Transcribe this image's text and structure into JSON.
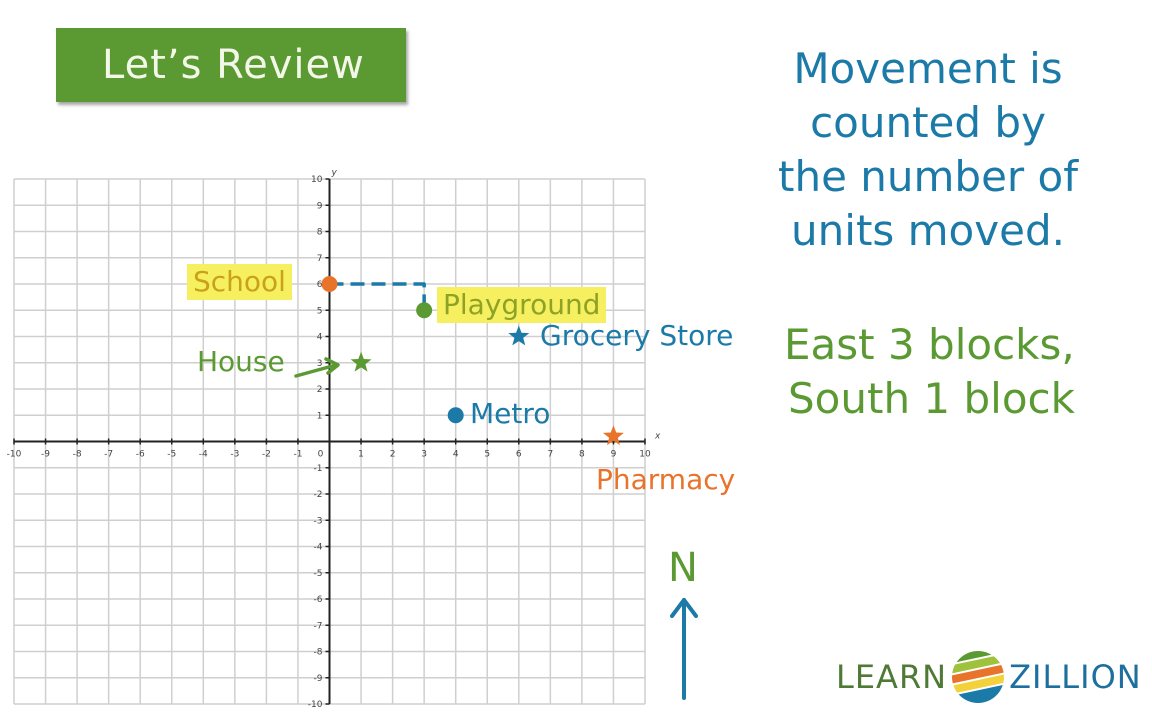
{
  "banner": {
    "title": "Let’s Review",
    "color": "#5b9a32"
  },
  "explanation": {
    "lines": [
      "Movement is",
      "counted by",
      "the number of",
      "units moved."
    ],
    "color": "#1b7aa8"
  },
  "answer": {
    "lines": [
      "East 3 blocks,",
      "South 1 block"
    ],
    "color": "#5b9a32"
  },
  "compass": {
    "label": "N",
    "arrow": "arrow-up-icon"
  },
  "logo": {
    "left": "LEARN",
    "right": "ZILLION"
  },
  "chart_data": {
    "type": "scatter",
    "title": "Coordinate grid map",
    "xlabel": "x",
    "ylabel": "y",
    "xlim": [
      -10,
      10
    ],
    "ylim": [
      -10,
      10
    ],
    "grid": true,
    "x_ticks": [
      -10,
      -9,
      -8,
      -7,
      -6,
      -5,
      -4,
      -3,
      -2,
      -1,
      0,
      1,
      2,
      3,
      4,
      5,
      6,
      7,
      8,
      9,
      10
    ],
    "y_ticks": [
      -10,
      -9,
      -8,
      -7,
      -6,
      -5,
      -4,
      -3,
      -2,
      -1,
      0,
      1,
      2,
      3,
      4,
      5,
      6,
      7,
      8,
      9,
      10
    ],
    "points": [
      {
        "name": "School",
        "x": 0,
        "y": 6,
        "marker": "circle",
        "color": "#e8732a",
        "highlighted": true
      },
      {
        "name": "Playground",
        "x": 3,
        "y": 5,
        "marker": "circle",
        "color": "#5b9a32",
        "highlighted": true
      },
      {
        "name": "Grocery Store",
        "x": 6,
        "y": 4,
        "marker": "star",
        "color": "#1b7aa8"
      },
      {
        "name": "House",
        "x": 1,
        "y": 3,
        "marker": "star",
        "color": "#5b9a32"
      },
      {
        "name": "Metro",
        "x": 4,
        "y": 1,
        "marker": "circle",
        "color": "#1b7aa8"
      },
      {
        "name": "Pharmacy",
        "x": 9,
        "y": 0,
        "marker": "star",
        "color": "#e8732a"
      }
    ],
    "path": {
      "description": "Dashed path from School east 3 units then south 1 unit to Playground",
      "points": [
        [
          0,
          6
        ],
        [
          3,
          6
        ],
        [
          3,
          5
        ]
      ],
      "color": "#1b7aa8"
    }
  },
  "labels": {
    "school": "School",
    "playground": "Playground",
    "grocery": "Grocery Store",
    "house": "House",
    "metro": "Metro",
    "pharmacy": "Pharmacy"
  }
}
